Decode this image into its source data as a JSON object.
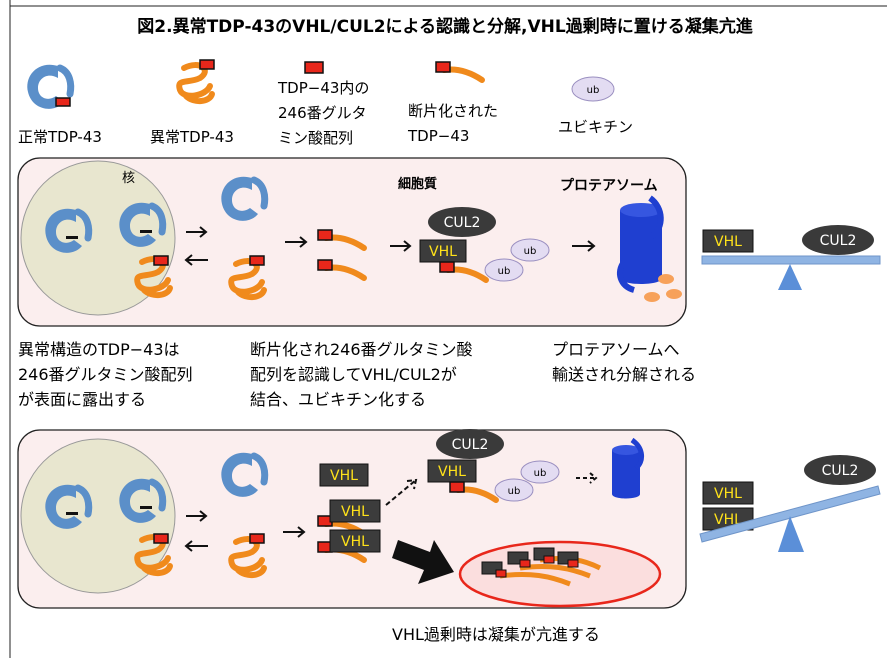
{
  "title": "図2.異常TDP-43のVHL/CUL2による認識と分解,VHL過剰時に置ける凝集亢進",
  "legend": {
    "normal_tdp43": "正常TDP-43",
    "abnormal_tdp43": "異常TDP-43",
    "glutamate_seq_lines": [
      "TDP−43内の",
      "246番グルタ",
      "ミン酸配列"
    ],
    "fragment_lines": [
      "断片化された",
      "TDP−43"
    ],
    "ubiquitin": "ユビキチン",
    "ub": "ub"
  },
  "labels": {
    "nucleus": "核",
    "cytoplasm": "細胞質",
    "proteasome": "プロテアソーム",
    "vhl": "VHL",
    "cul2": "CUL2",
    "ub": "ub"
  },
  "captions": {
    "col1": [
      "異常構造のTDP−43は",
      "246番グルタミン酸配列",
      "が表面に露出する"
    ],
    "col2": [
      "断片化され246番グルタミン酸",
      "配列を認識してVHL/CUL2が",
      "結合、ユビキチン化する"
    ],
    "col3": [
      "プロテアソームへ",
      "輸送され分解される"
    ]
  },
  "bottom_caption": "VHL過剰時は凝集が亢進する",
  "colors": {
    "normal_tdp43": "#5b8fc9",
    "abnormal_tdp43": "#f08a1c",
    "epitope_red": "#e8271b",
    "cell_bg": "#fbeeee",
    "nucleus_fill": "#e8e6cf",
    "vhl_box": "#3c3c3c",
    "vhl_text": "#ffe21a",
    "cul2": "#3a3a3a",
    "ub_fill": "#e3dcf2",
    "proteasome": "#1f3fd0",
    "seesaw": "#8fb4e3",
    "aggregate_ring": "#e8271b"
  }
}
